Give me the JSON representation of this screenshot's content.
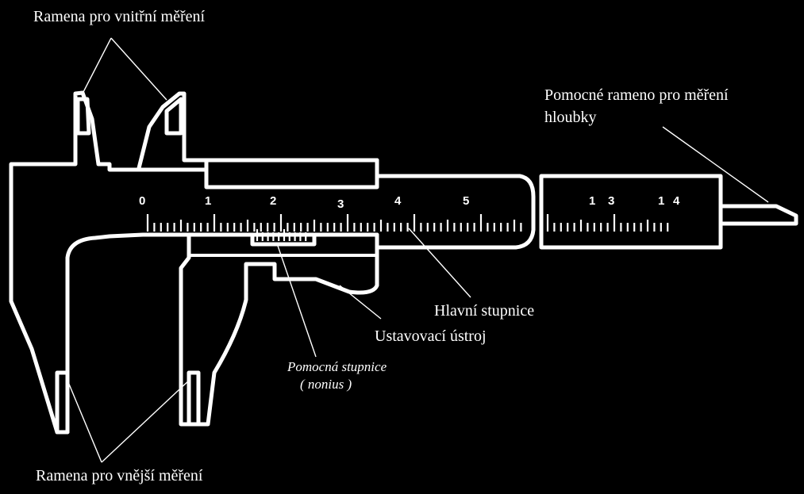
{
  "labels": {
    "inner_jaws": "Ramena pro vnitřní měření",
    "depth_rod_line1": "Pomocné rameno pro měření",
    "depth_rod_line2": "hloubky",
    "main_scale": "Hlavní stupnice",
    "locking_device": "Ustavovací ústroj",
    "vernier_line1": "Pomocná stupnice",
    "vernier_line2": "( nonius )",
    "outer_jaws": "Ramena pro vnější měření"
  },
  "main_scale_numbers": [
    "0",
    "1",
    "2",
    "3",
    "4",
    "5"
  ],
  "right_scale_numbers": [
    "1",
    "3",
    "1",
    "4"
  ],
  "colors": {
    "background": "#000000",
    "foreground": "#ffffff"
  }
}
